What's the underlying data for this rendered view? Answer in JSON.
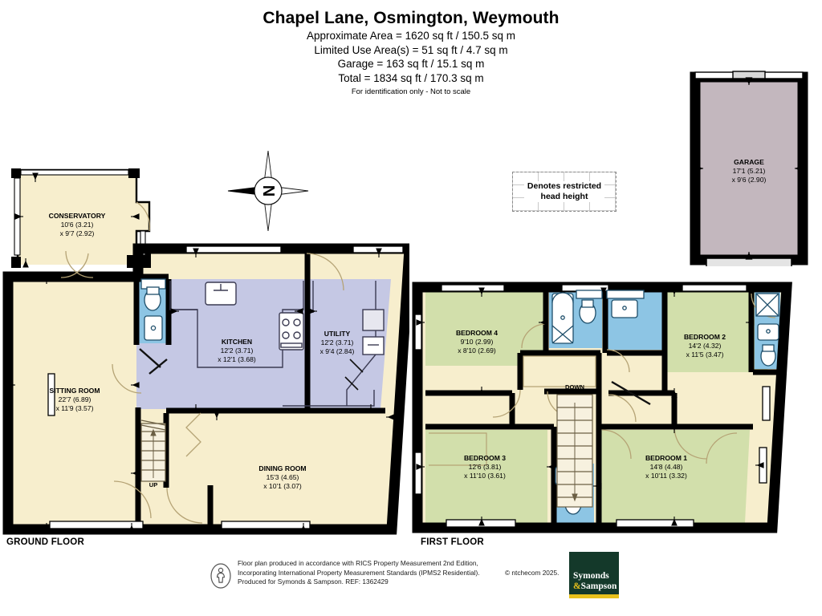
{
  "header": {
    "title": "Chapel Lane, Osmington, Weymouth",
    "area_lines": [
      "Approximate Area = 1620 sq ft / 150.5 sq m",
      "Limited Use Area(s) = 51 sq ft / 4.7 sq m",
      "Garage = 163 sq ft / 15.1 sq m",
      "Total = 1834 sq ft / 170.3 sq m"
    ],
    "notice": "For identification only - Not to scale"
  },
  "legend": {
    "line1": "Denotes restricted",
    "line2": "head height"
  },
  "compass": {
    "label": "N"
  },
  "floors": {
    "ground_label": "GROUND FLOOR",
    "first_label": "FIRST FLOOR"
  },
  "rooms": {
    "conservatory": {
      "name": "CONSERVATORY",
      "dim1": "10'6 (3.21)",
      "dim2": "x 9'7 (2.92)"
    },
    "sitting_room": {
      "name": "SITTING ROOM",
      "dim1": "22'7 (6.89)",
      "dim2": "x 11'9 (3.57)"
    },
    "kitchen": {
      "name": "KITCHEN",
      "dim1": "12'2 (3.71)",
      "dim2": "x 12'1 (3.68)"
    },
    "utility": {
      "name": "UTILITY",
      "dim1": "12'2 (3.71)",
      "dim2": "x 9'4 (2.84)"
    },
    "dining_room": {
      "name": "DINING ROOM",
      "dim1": "15'3 (4.65)",
      "dim2": "x 10'1 (3.07)"
    },
    "bedroom4": {
      "name": "BEDROOM 4",
      "dim1": "9'10 (2.99)",
      "dim2": "x 8'10 (2.69)"
    },
    "bedroom2": {
      "name": "BEDROOM 2",
      "dim1": "14'2 (4.32)",
      "dim2": "x 11'5 (3.47)"
    },
    "bedroom3": {
      "name": "BEDROOM 3",
      "dim1": "12'6 (3.81)",
      "dim2": "x 11'10 (3.61)"
    },
    "bedroom1": {
      "name": "BEDROOM 1",
      "dim1": "14'8 (4.48)",
      "dim2": "x 10'11 (3.32)"
    },
    "garage": {
      "name": "GARAGE",
      "dim1": "17'1 (5.21)",
      "dim2": "x 9'6 (2.90)"
    }
  },
  "stairs": {
    "up": "UP",
    "down": "DOWN"
  },
  "footer": {
    "line1": "Floor plan produced in accordance with RICS Property Measurement 2nd Edition,",
    "line2": "Incorporating International Property Measurement Standards (IPMS2 Residential).",
    "line3": "Produced for Symonds & Sampson.   REF: 1362429",
    "copyright": "© ntchecom 2025.",
    "logo_line1": "Symonds",
    "logo_amp": "&",
    "logo_line2": "Sampson"
  },
  "colors": {
    "wall": "#000000",
    "living_fill": "#f7eecd",
    "kitchen_fill": "#c5c8e4",
    "bath_fill": "#8dc5e4",
    "bedroom_fill": "#d2dfab",
    "garage_fill": "#c3b7be",
    "logo_green": "#14392a",
    "logo_gold": "#e8c11c"
  }
}
